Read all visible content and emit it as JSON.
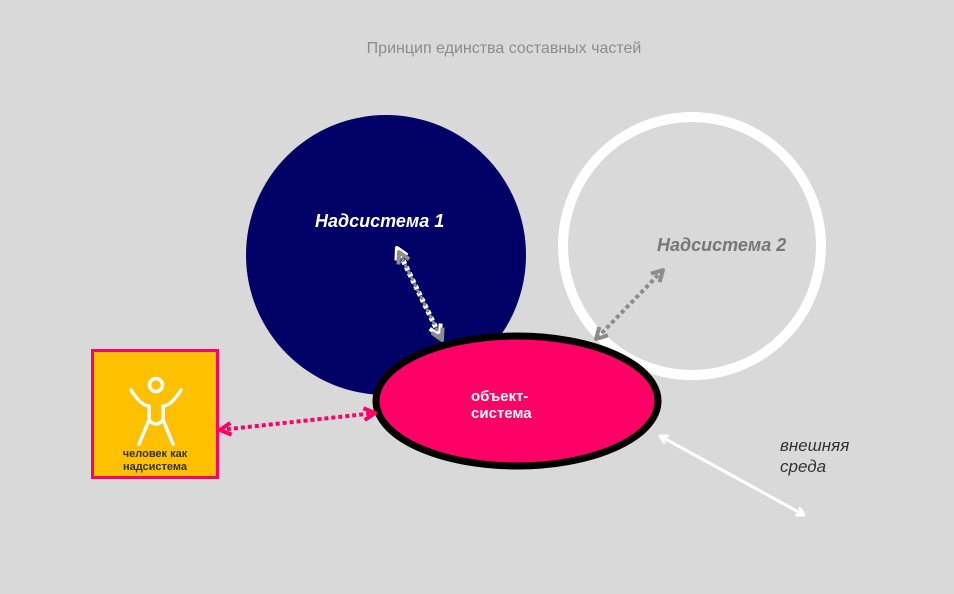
{
  "title": "Принцип единства составных частей",
  "nodes": {
    "supersystem_1": "Надсистема 1",
    "supersystem_2": "Надсистема 2",
    "object_system": "объект-система",
    "person": "человек как надсистема",
    "environment": "внешняя среда"
  },
  "colors": {
    "background": "#d9d9d9",
    "supersystem_1_fill": "#000066",
    "supersystem_2_stroke": "#ffffff",
    "object_fill": "#ff0066",
    "object_stroke": "#000000",
    "person_fill": "#ffc000",
    "person_border": "#ff0066",
    "arrow_white": "#ffffff",
    "arrow_gray": "#8c8c8c",
    "arrow_pink": "#ff0066"
  },
  "icons": {
    "person": "person-arms-up-icon"
  }
}
